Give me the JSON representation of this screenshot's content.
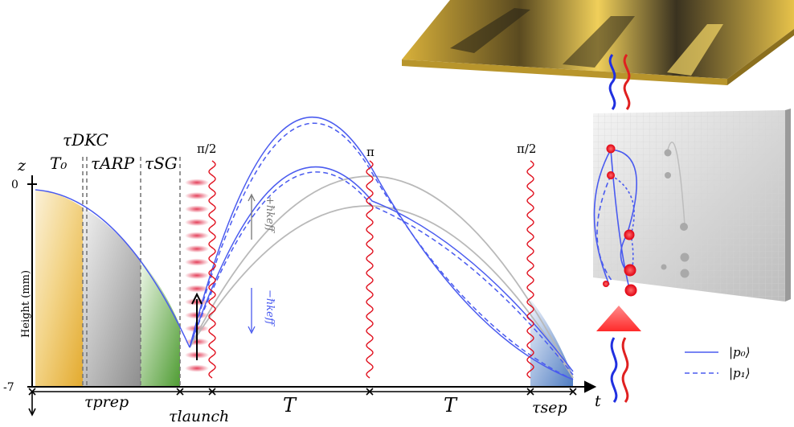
{
  "axes": {
    "z_label": "z",
    "t_label": "t",
    "height_label": "Height (mm)",
    "tick_top": "0",
    "tick_bottom": "-7"
  },
  "stages": {
    "t0": "T₀",
    "dkc": "τDKC",
    "arp": "τARP",
    "sg": "τSG"
  },
  "pulses": {
    "first": "π/2",
    "middle": "π",
    "last": "π/2"
  },
  "intervals": {
    "prep": "τprep",
    "launch": "τlaunch",
    "T1": "T",
    "T2": "T",
    "sep": "τsep"
  },
  "kicks": {
    "up": "+ℏkeff",
    "down": "−ℏkeff"
  },
  "legend": {
    "p0": "|p₀⟩",
    "p1": "|p₁⟩"
  },
  "colors": {
    "trajectory_blue": "#4a5bef",
    "ghost_gray": "#b4b4b4",
    "pulse_red": "#e0101e",
    "t0_fill": "#e9b53c",
    "arp_fill": "#9a9a9a",
    "sg_fill": "#5aa63a",
    "sep_fill": "#5b86c8",
    "plate_gold": "#e9c451"
  }
}
